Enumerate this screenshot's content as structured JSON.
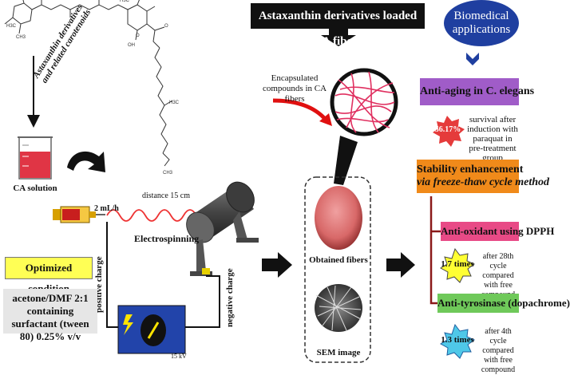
{
  "header": {
    "title": "Astaxanthin derivatives loaded CA fibers"
  },
  "biomedical": {
    "label": "Biomedical applications"
  },
  "left": {
    "arrow_label": "Astaxanthin derivatives and related carotenoids",
    "ca_solution": "CA solution",
    "flow_rate": "2 mL/h",
    "distance": "distance 15 cm",
    "electrospinning": "Electrospinning",
    "positive_charge": "positive charge",
    "negative_charge": "negative charge",
    "voltage": "15 kV",
    "optimized": "Optimized condition",
    "condition_text": "acetone/DMF 2:1 containing surfactant (tween 80) 0.25% v/v"
  },
  "middle": {
    "encapsulated": "Encapsulated compounds in CA fibers",
    "obtained_fibers": "Obtained fibers",
    "sem_image": "SEM image"
  },
  "right": {
    "anti_aging": "Anti-aging in C. elegans",
    "anti_aging_pct": "56.17%",
    "anti_aging_desc": "survival after induction with paraquat in pre-treatment group",
    "stability_line1": "Stability enhancement",
    "stability_line2": "via freeze-thaw cycle method",
    "antioxidant": "Anti-oxidant using DPPH",
    "value1": "1.7 times",
    "desc1": "after 28th cycle compared with free compound",
    "antityrosinase": "Anti-tyrosinase (dopachrome)",
    "value2": "1.3 times",
    "desc2": "after 4th cycle compared with free compound"
  },
  "colors": {
    "header_bg": "#111111",
    "biomedical_bg": "#1f3fa0",
    "purple": "#a05cc8",
    "orange": "#f08a1a",
    "pink": "#e84a86",
    "green": "#6fc95a",
    "yellow": "#ffff55",
    "red_solution": "#e03545",
    "dark_red": "#8b1a1a"
  }
}
